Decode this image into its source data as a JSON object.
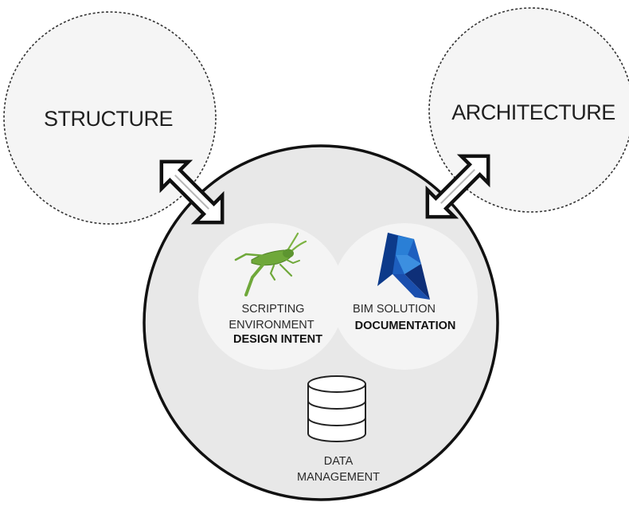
{
  "structure": {
    "label": "STRUCTURE"
  },
  "architecture": {
    "label": "ARCHITECTURE"
  },
  "scripting": {
    "line1": "SCRIPTING",
    "line2": "ENVIRONMENT",
    "line3": "DESIGN INTENT",
    "icon": "grasshopper-icon"
  },
  "bim": {
    "line1": "BIM SOLUTION",
    "line2": "DOCUMENTATION",
    "icon": "revit-logo-icon"
  },
  "data_management": {
    "line1": "DATA",
    "line2": "MANAGEMENT",
    "icon": "database-icon"
  },
  "colors": {
    "central_fill": "#e8e8e8",
    "outer_fill": "#f5f5f5",
    "inner_fill": "#f4f4f4",
    "grasshopper_green": "#6fa83a",
    "revit_blue_dark": "#0c3a8a",
    "revit_blue_light": "#2a7fd6"
  }
}
